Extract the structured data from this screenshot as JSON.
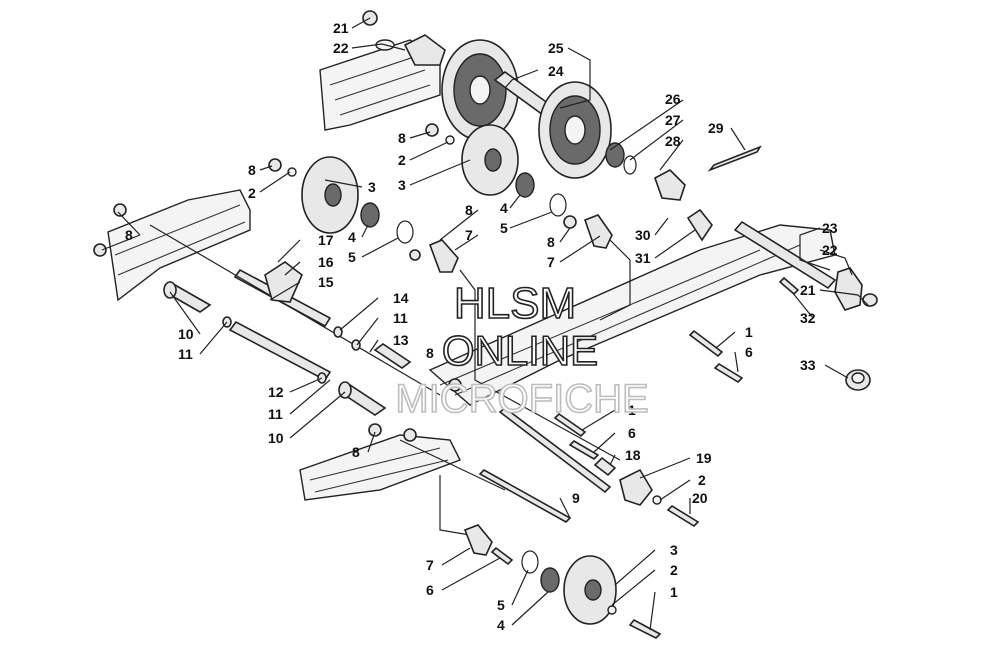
{
  "watermark": {
    "line1": "HLSM",
    "line2": "ONLINE",
    "line3": "MICROFICHE"
  },
  "callouts": {
    "c21a": "21",
    "c22a": "22",
    "c25": "25",
    "c24": "24",
    "c8a": "8",
    "c2a": "2",
    "c3a": "3",
    "c26": "26",
    "c27": "27",
    "c28": "28",
    "c29": "29",
    "c8b": "8",
    "c2b": "2",
    "c3b": "3",
    "c4a": "4",
    "c5a": "5",
    "c8c": "8",
    "c7a": "7",
    "c4b": "4",
    "c5b": "5",
    "c8d": "8",
    "c7b": "7",
    "c30": "30",
    "c31": "31",
    "c23": "23",
    "c22b": "22",
    "c17": "17",
    "c16": "16",
    "c15": "15",
    "c8e": "8",
    "c21b": "21",
    "c32": "32",
    "c14": "14",
    "c11a": "11",
    "c13": "13",
    "c10a": "10",
    "c11b": "11",
    "c1a": "1",
    "c6a": "6",
    "c33": "33",
    "c12": "12",
    "c11c": "11",
    "c10b": "10",
    "c1b": "1",
    "c6b": "6",
    "c8f": "8",
    "c8g": "8",
    "c18": "18",
    "c19": "19",
    "c2c": "2",
    "c20": "20",
    "c9": "9",
    "c3c": "3",
    "c2d": "2",
    "c1c": "1",
    "c7c": "7",
    "c6c": "6",
    "c5c": "5",
    "c4c": "4"
  }
}
